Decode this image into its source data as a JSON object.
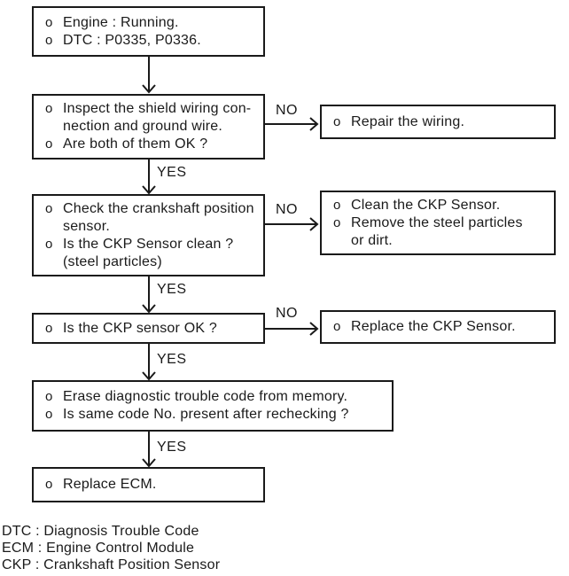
{
  "flow": {
    "bullet": "o",
    "labels": {
      "yes": "YES",
      "no": "NO"
    },
    "colors": {
      "ink": "#1a1a1a",
      "paper": "#ffffff"
    },
    "main": [
      {
        "items": [
          "Engine : Running.",
          "DTC : P0335, P0336."
        ]
      },
      {
        "items": [
          "Inspect the shield wiring con-\nnection and ground wire.",
          "Are both of them OK ?"
        ]
      },
      {
        "items": [
          "Check the crankshaft position\nsensor.",
          "Is the CKP Sensor clean ?\n(steel particles)"
        ]
      },
      {
        "items": [
          "Is the CKP sensor OK ?"
        ]
      },
      {
        "items": [
          "Erase diagnostic trouble code from memory.",
          "Is same code No. present after rechecking ?"
        ]
      },
      {
        "items": [
          "Replace ECM."
        ]
      }
    ],
    "side": [
      {
        "items": [
          "Repair the wiring."
        ]
      },
      {
        "items": [
          "Clean the CKP Sensor.",
          "Remove the steel particles\nor dirt."
        ]
      },
      {
        "items": [
          "Replace the CKP Sensor."
        ]
      }
    ],
    "legend": [
      "DTC : Diagnosis Trouble Code",
      "ECM : Engine Control Module",
      "CKP : Crankshaft Position Sensor"
    ]
  }
}
